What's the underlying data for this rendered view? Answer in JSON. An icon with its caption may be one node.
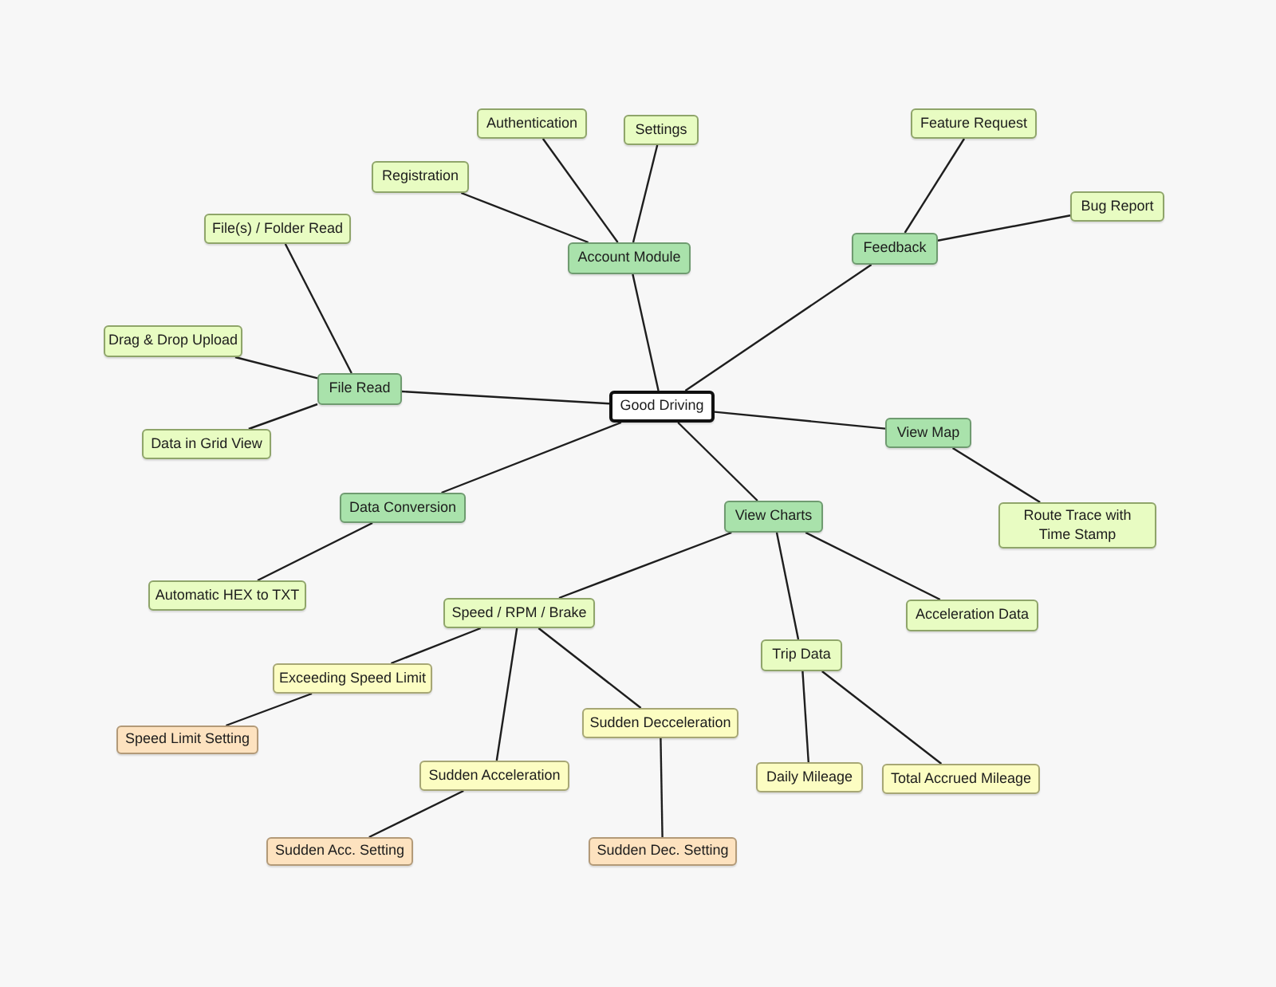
{
  "diagram": {
    "nodes": [
      {
        "text": [
          "Authentication"
        ]
      },
      {
        "text": [
          "Settings"
        ]
      },
      {
        "text": [
          "Feature Request"
        ]
      },
      {
        "text": [
          "Registration"
        ]
      },
      {
        "text": [
          "Bug Report"
        ]
      },
      {
        "text": [
          "File(s) / Folder Read"
        ]
      },
      {
        "text": [
          "Account Module"
        ]
      },
      {
        "text": [
          "Feedback"
        ]
      },
      {
        "text": [
          "Drag & Drop Upload"
        ]
      },
      {
        "text": [
          "File Read"
        ]
      },
      {
        "text": [
          "Good Driving"
        ]
      },
      {
        "text": [
          "View Map"
        ]
      },
      {
        "text": [
          "Data in Grid View"
        ]
      },
      {
        "text": [
          "Data Conversion"
        ]
      },
      {
        "text": [
          "View Charts"
        ]
      },
      {
        "text": [
          "Route Trace with Time Stamp"
        ]
      },
      {
        "text": [
          "Automatic HEX to TXT"
        ]
      },
      {
        "text": [
          "Speed / RPM / Brake"
        ]
      },
      {
        "text": [
          "Acceleration Data"
        ]
      },
      {
        "text": [
          "Trip Data"
        ]
      },
      {
        "text": [
          "Exceeding Speed Limit"
        ]
      },
      {
        "text": [
          "Sudden Decceleration"
        ]
      },
      {
        "text": [
          "Speed Limit Setting"
        ]
      },
      {
        "text": [
          "Sudden Acceleration"
        ]
      },
      {
        "text": [
          "Daily Mileage"
        ]
      },
      {
        "text": [
          "Total Accrued Mileage"
        ]
      },
      {
        "text": [
          "Sudden Acc. Setting"
        ]
      },
      {
        "text": [
          "Sudden Dec. Setting"
        ]
      }
    ],
    "edges": [
      {
        "from": 10,
        "to": 6,
        "arrow": "none"
      },
      {
        "from": 10,
        "to": 9,
        "arrow": "none"
      },
      {
        "from": 10,
        "to": 7,
        "arrow": "none"
      },
      {
        "from": 10,
        "to": 11,
        "arrow": "none"
      },
      {
        "from": 10,
        "to": 14,
        "arrow": "none"
      },
      {
        "from": 10,
        "to": 13,
        "arrow": "none"
      },
      {
        "from": 6,
        "to": 3,
        "arrow": "none"
      },
      {
        "from": 6,
        "to": 0,
        "arrow": "none"
      },
      {
        "from": 6,
        "to": 1,
        "arrow": "none"
      },
      {
        "from": 7,
        "to": 2,
        "arrow": "none"
      },
      {
        "from": 7,
        "to": 4,
        "arrow": "none"
      },
      {
        "from": 9,
        "to": 5,
        "arrow": "none"
      },
      {
        "from": 9,
        "to": 8,
        "arrow": "none"
      },
      {
        "from": 9,
        "to": 12,
        "arrow": "none"
      },
      {
        "from": 11,
        "to": 15,
        "arrow": "none"
      },
      {
        "from": 13,
        "to": 16,
        "arrow": "none"
      },
      {
        "from": 14,
        "to": 17,
        "arrow": "none"
      },
      {
        "from": 14,
        "to": 19,
        "arrow": "none"
      },
      {
        "from": 14,
        "to": 18,
        "arrow": "none"
      },
      {
        "from": 17,
        "to": 20,
        "arrow": "none"
      },
      {
        "from": 17,
        "to": 23,
        "arrow": "none"
      },
      {
        "from": 17,
        "to": 21,
        "arrow": "none"
      },
      {
        "from": 20,
        "to": 22,
        "arrow": "none"
      },
      {
        "from": 23,
        "to": 26,
        "arrow": "none"
      },
      {
        "from": 21,
        "to": 27,
        "arrow": "none"
      },
      {
        "from": 19,
        "to": 24,
        "arrow": "none"
      },
      {
        "from": 19,
        "to": 25,
        "arrow": "none"
      }
    ]
  }
}
